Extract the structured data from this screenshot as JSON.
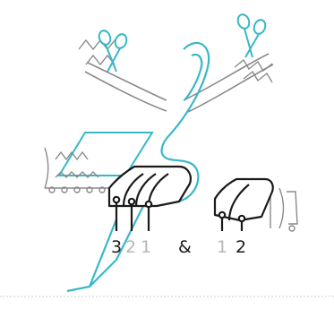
{
  "colors": {
    "cyan": "#37b8c6",
    "ink": "#1a1a1a",
    "gray": "#8a8a8a",
    "light_gray": "#a9a9a9",
    "muted_number": "#b7b7b7"
  },
  "labels": {
    "group_left": [
      "3",
      "2",
      "1"
    ],
    "ampersand": "&",
    "group_right": [
      "1",
      "2"
    ]
  },
  "icons": {
    "left_scissors": "scissors-icon",
    "right_scissors": "scissors-icon",
    "main_scissors": "scissors-icon"
  }
}
